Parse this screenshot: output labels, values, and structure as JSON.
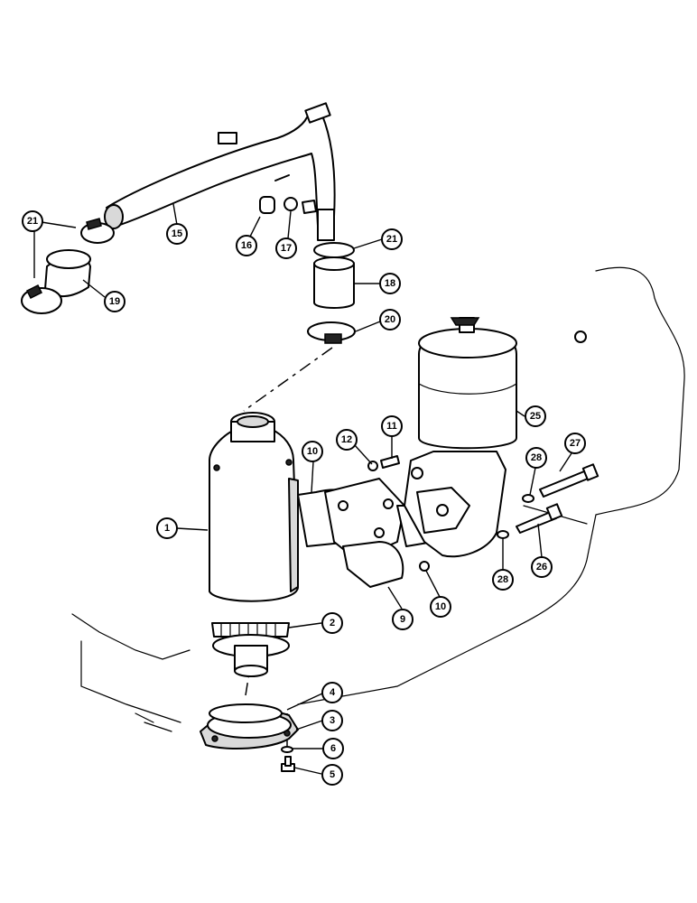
{
  "callouts": [
    {
      "id": "c21a",
      "text": "21"
    },
    {
      "id": "c15",
      "text": "15"
    },
    {
      "id": "c16",
      "text": "16"
    },
    {
      "id": "c17",
      "text": "17"
    },
    {
      "id": "c21b",
      "text": "21"
    },
    {
      "id": "c19",
      "text": "19"
    },
    {
      "id": "c18",
      "text": "18"
    },
    {
      "id": "c20",
      "text": "20"
    },
    {
      "id": "c25",
      "text": "25"
    },
    {
      "id": "c11",
      "text": "11"
    },
    {
      "id": "c12",
      "text": "12"
    },
    {
      "id": "c10a",
      "text": "10"
    },
    {
      "id": "c28a",
      "text": "28"
    },
    {
      "id": "c27",
      "text": "27"
    },
    {
      "id": "c1",
      "text": "1"
    },
    {
      "id": "c28b",
      "text": "28"
    },
    {
      "id": "c26",
      "text": "26"
    },
    {
      "id": "c10b",
      "text": "10"
    },
    {
      "id": "c9",
      "text": "9"
    },
    {
      "id": "c2",
      "text": "2"
    },
    {
      "id": "c4",
      "text": "4"
    },
    {
      "id": "c3",
      "text": "3"
    },
    {
      "id": "c6",
      "text": "6"
    },
    {
      "id": "c5",
      "text": "5"
    }
  ]
}
